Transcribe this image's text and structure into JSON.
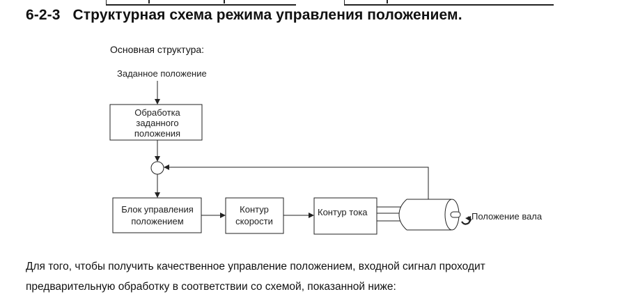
{
  "heading": {
    "number": "6-2-3",
    "title": "Структурная схема режима управления положением."
  },
  "diagram": {
    "subtitle": "Основная структура:",
    "input_label": "Заданное положение",
    "blocks": {
      "preprocess": [
        "Обработка",
        "заданного",
        "положения"
      ],
      "position_control": [
        "Блок управления",
        "положением"
      ],
      "speed_loop": [
        "Контур",
        "скорости"
      ],
      "current_loop": [
        "Контур тока"
      ]
    },
    "output_label": "Положение вала",
    "icons": {
      "summing_junction": "circle",
      "motor": "cylinder",
      "encoder": "rotation-arrow"
    }
  },
  "body_text": {
    "line1": "Для того, чтобы получить качественное управление положением, входной сигнал проходит",
    "line2": "предварительную обработку в соответствии со схемой, показанной ниже:"
  }
}
